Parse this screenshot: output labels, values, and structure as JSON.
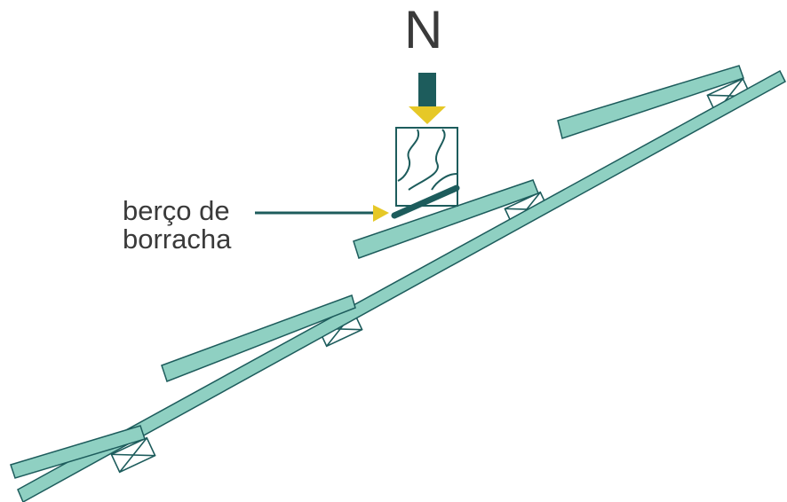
{
  "force_label": "N",
  "caption": {
    "line1": "berço de",
    "line2": "borracha"
  },
  "colors": {
    "panel_fill": "#8fd0c2",
    "stroke": "#1d5c5c",
    "arrow_shaft": "#1d5c5c",
    "arrow_head": "#e6c827",
    "pointer_head": "#e6c827",
    "text": "#3a3a3a",
    "rubber_pad": "#1d5c5c"
  },
  "icons": {
    "load_arrow": "down-arrow",
    "pointer": "right-arrow",
    "support": "crossed-box",
    "block": "wood-grain-block"
  }
}
